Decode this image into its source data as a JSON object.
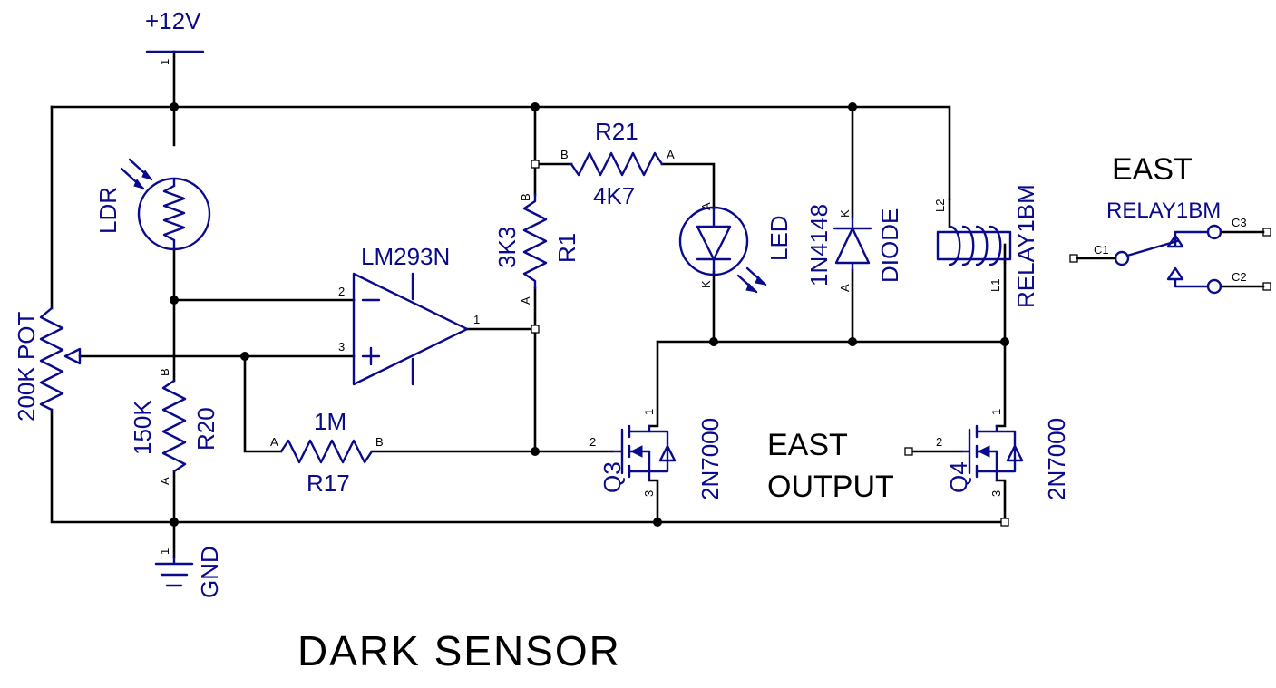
{
  "title": "DARK SENSOR",
  "supply": {
    "label": "+12V",
    "pin": "1"
  },
  "ground": {
    "label": "GND",
    "pin": "1"
  },
  "ldr": {
    "name": "LDR"
  },
  "pot": {
    "label": "200K POT"
  },
  "r20": {
    "ref": "R20",
    "value": "150K",
    "pin_a": "A",
    "pin_b": "B"
  },
  "r1": {
    "ref": "R1",
    "value": "3K3",
    "pin_a": "A",
    "pin_b": "B"
  },
  "r21": {
    "ref": "R21",
    "value": "4K7",
    "pin_a": "A",
    "pin_b": "B"
  },
  "r17": {
    "ref": "R17",
    "value": "1M",
    "pin_a": "A",
    "pin_b": "B"
  },
  "opamp": {
    "part": "LM293N",
    "pin_inv": "2",
    "pin_noninv": "3",
    "pin_out": "1"
  },
  "led": {
    "name": "LED",
    "pin_a": "A",
    "pin_k": "K"
  },
  "diode": {
    "part": "1N4148",
    "name": "DIODE",
    "pin_k": "K",
    "pin_a": "A"
  },
  "relay_coil": {
    "part": "RELAY1BM",
    "pin_l1": "L1",
    "pin_l2": "L2"
  },
  "q3": {
    "ref": "Q3",
    "part": "2N7000",
    "pin_d": "1",
    "pin_g": "2",
    "pin_s": "3"
  },
  "q4": {
    "ref": "Q4",
    "part": "2N7000",
    "pin_d": "1",
    "pin_g": "2",
    "pin_s": "3"
  },
  "east_output": {
    "line1": "EAST",
    "line2": "OUTPUT"
  },
  "relay_contacts": {
    "title": "EAST",
    "part": "RELAY1BM",
    "c1": "C1",
    "c2": "C2",
    "c3": "C3"
  },
  "colors": {
    "wire": "#000000",
    "component": "#0a0a8c",
    "background": "#ffffff"
  }
}
